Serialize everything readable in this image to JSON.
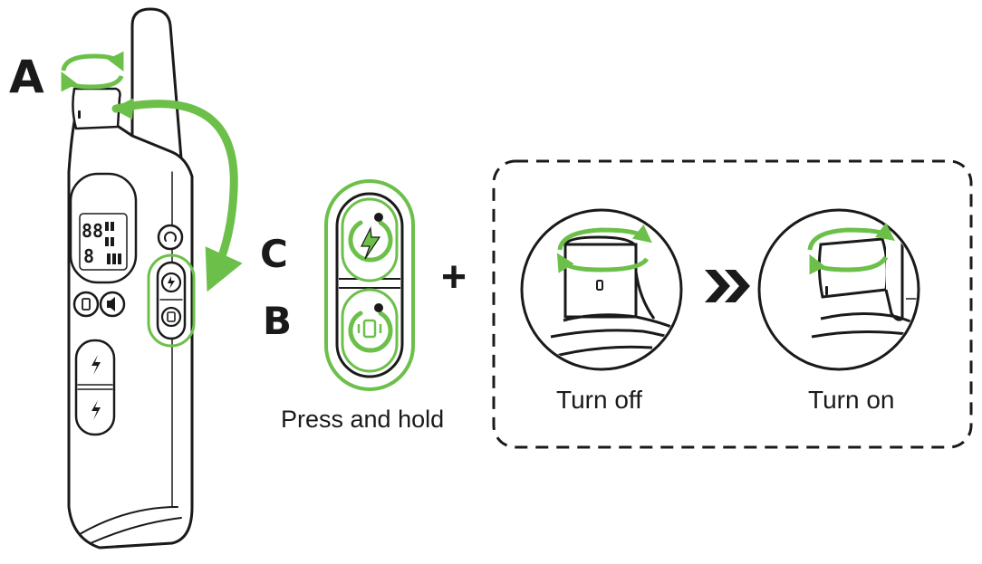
{
  "labels": {
    "a": "A",
    "b": "B",
    "c": "C",
    "plus": "+",
    "press_and_hold": "Press and hold",
    "turn_off": "Turn off",
    "turn_on": "Turn on"
  },
  "colors": {
    "accent_green": "#6cc04a",
    "outline": "#1a1a1a",
    "background": "#ffffff"
  },
  "icons": [
    "rotate-arrow-icon",
    "curved-arrow-icon",
    "lightning-icon",
    "vibration-icon",
    "speaker-icon",
    "battery-icon",
    "double-chevron-right-icon"
  ]
}
